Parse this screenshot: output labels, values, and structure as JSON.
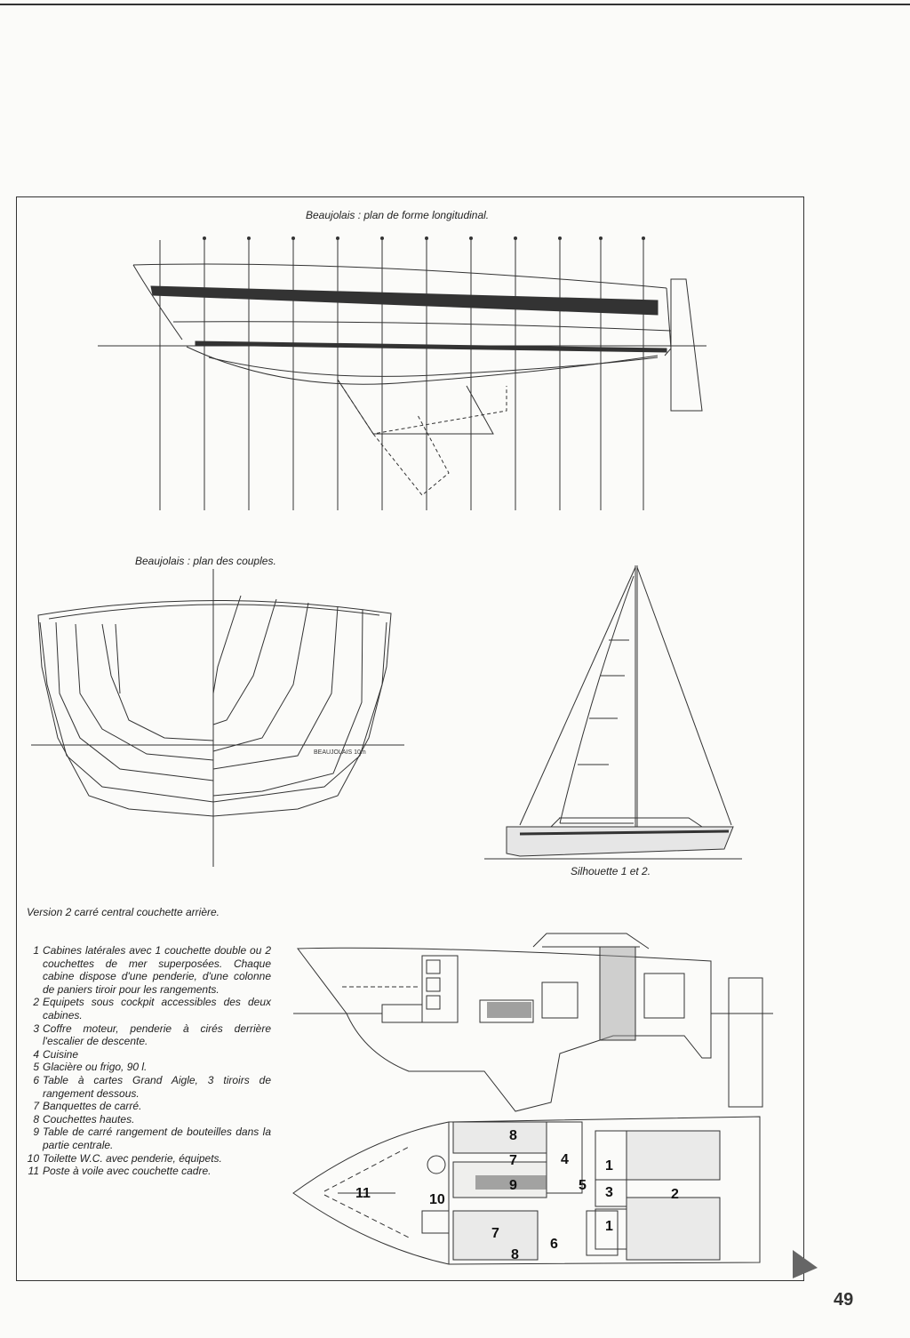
{
  "captions": {
    "longitudinal": "Beaujolais : plan de forme longitudinal.",
    "frames": "Beaujolais : plan des couples.",
    "silhouette": "Silhouette 1 et 2.",
    "version": "Version 2 carré central couchette arrière."
  },
  "legend": [
    {
      "num": "1",
      "text": "Cabines latérales avec 1 couchette double ou 2 couchettes de mer superposées. Chaque cabine dispose d'une penderie, d'une colonne de paniers tiroir pour les rangements."
    },
    {
      "num": "2",
      "text": "Equipets sous cockpit accessibles des deux cabines."
    },
    {
      "num": "3",
      "text": "Coffre moteur, penderie à cirés derrière l'escalier de descente."
    },
    {
      "num": "4",
      "text": "Cuisine"
    },
    {
      "num": "5",
      "text": "Glacière ou frigo, 90 l."
    },
    {
      "num": "6",
      "text": "Table à cartes Grand Aigle, 3 tiroirs de rangement dessous."
    },
    {
      "num": "7",
      "text": "Banquettes de carré."
    },
    {
      "num": "8",
      "text": "Couchettes hautes."
    },
    {
      "num": "9",
      "text": "Table de carré rangement de bouteilles dans la partie centrale."
    },
    {
      "num": "10",
      "text": "Toilette W.C. avec penderie, équipets."
    },
    {
      "num": "11",
      "text": "Poste à voile avec couchette cadre."
    }
  ],
  "plan_labels": {
    "n1a": "1",
    "n1b": "1",
    "n2": "2",
    "n3": "3",
    "n4": "4",
    "n5": "5",
    "n6": "6",
    "n7a": "7",
    "n7b": "7",
    "n8a": "8",
    "n8b": "8",
    "n9": "9",
    "n10": "10",
    "n11": "11"
  },
  "page_number": "49"
}
